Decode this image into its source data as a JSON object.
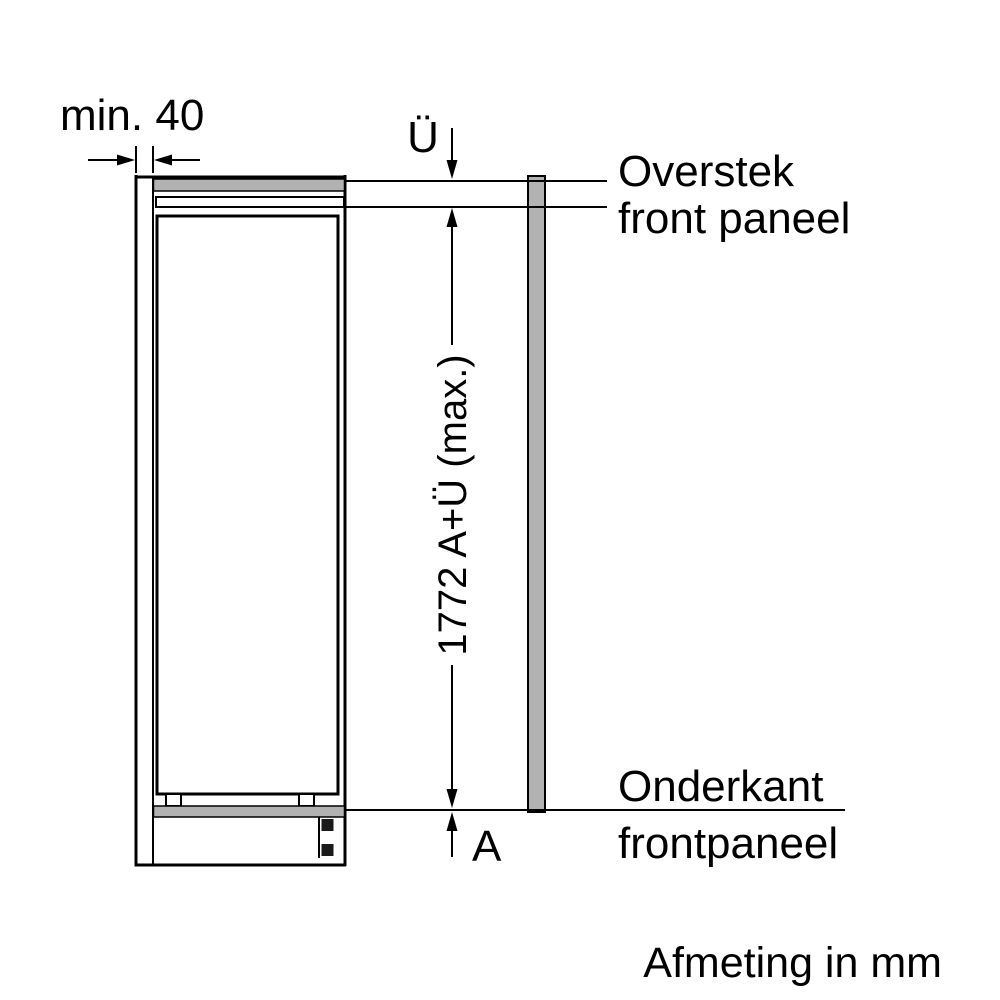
{
  "diagram": {
    "labels": {
      "min40": "min. 40",
      "ue": "Ü",
      "height": "1772 A+Ü (max.)",
      "a": "A",
      "overstek1": "Overstek",
      "overstek2": "front paneel",
      "onderkant1": "Onderkant",
      "onderkant2": "frontpaneel"
    },
    "footer": "Afmeting in mm",
    "colors": {
      "line": "#000000",
      "panel_gray": "#b2b2b2",
      "background": "#ffffff"
    }
  }
}
